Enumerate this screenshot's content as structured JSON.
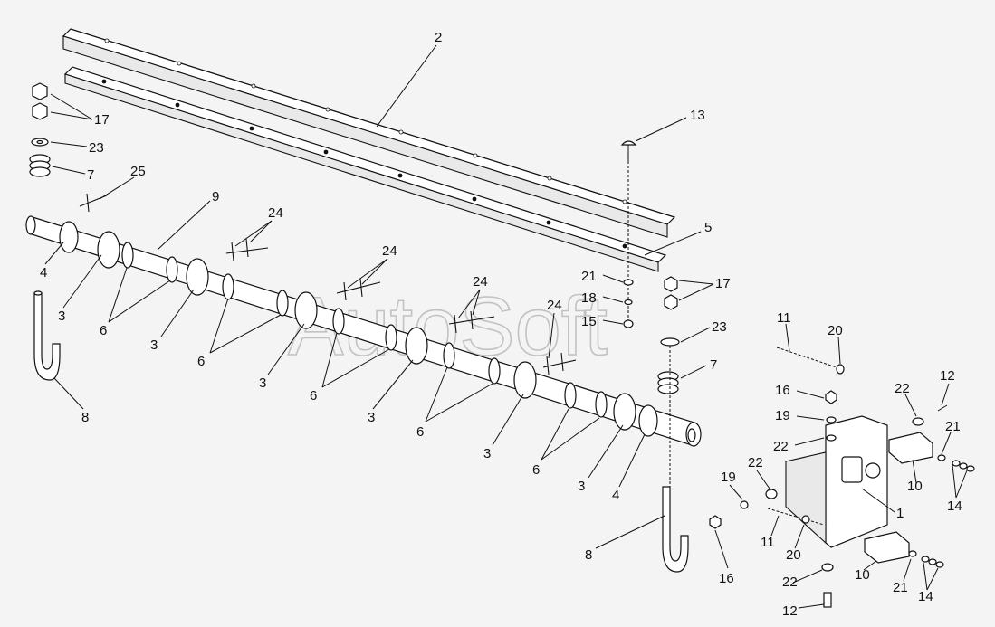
{
  "watermark": "AutoSoft",
  "labels": [
    {
      "id": "l2",
      "text": "2"
    },
    {
      "id": "l5",
      "text": "5"
    },
    {
      "id": "l13",
      "text": "13"
    },
    {
      "id": "l17a",
      "text": "17"
    },
    {
      "id": "l23a",
      "text": "23"
    },
    {
      "id": "l7a",
      "text": "7"
    },
    {
      "id": "l25",
      "text": "25"
    },
    {
      "id": "l9",
      "text": "9"
    },
    {
      "id": "l4a",
      "text": "4"
    },
    {
      "id": "l3a",
      "text": "3"
    },
    {
      "id": "l6a",
      "text": "6"
    },
    {
      "id": "l24a",
      "text": "24"
    },
    {
      "id": "l3b",
      "text": "3"
    },
    {
      "id": "l24b",
      "text": "24"
    },
    {
      "id": "l6b",
      "text": "6"
    },
    {
      "id": "l3c",
      "text": "3"
    },
    {
      "id": "l6c",
      "text": "6"
    },
    {
      "id": "l24c",
      "text": "24"
    },
    {
      "id": "l24d",
      "text": "24"
    },
    {
      "id": "l3d",
      "text": "3"
    },
    {
      "id": "l6d",
      "text": "6"
    },
    {
      "id": "l3e",
      "text": "3"
    },
    {
      "id": "l6e",
      "text": "6"
    },
    {
      "id": "l3f",
      "text": "3"
    },
    {
      "id": "l4b",
      "text": "4"
    },
    {
      "id": "l8a",
      "text": "8"
    },
    {
      "id": "l8b",
      "text": "8"
    },
    {
      "id": "l21a",
      "text": "21"
    },
    {
      "id": "l18",
      "text": "18"
    },
    {
      "id": "l15",
      "text": "15"
    },
    {
      "id": "l17b",
      "text": "17"
    },
    {
      "id": "l23b",
      "text": "23"
    },
    {
      "id": "l7b",
      "text": "7"
    },
    {
      "id": "l11a",
      "text": "11"
    },
    {
      "id": "l20a",
      "text": "20"
    },
    {
      "id": "l16a",
      "text": "16"
    },
    {
      "id": "l19a",
      "text": "19"
    },
    {
      "id": "l22a",
      "text": "22"
    },
    {
      "id": "l22b",
      "text": "22"
    },
    {
      "id": "l12a",
      "text": "12"
    },
    {
      "id": "l21b",
      "text": "21"
    },
    {
      "id": "l10a",
      "text": "10"
    },
    {
      "id": "l14a",
      "text": "14"
    },
    {
      "id": "l1",
      "text": "1"
    },
    {
      "id": "l19b",
      "text": "19"
    },
    {
      "id": "l22c",
      "text": "22"
    },
    {
      "id": "l11b",
      "text": "11"
    },
    {
      "id": "l20b",
      "text": "20"
    },
    {
      "id": "l16b",
      "text": "16"
    },
    {
      "id": "l22d",
      "text": "22"
    },
    {
      "id": "l10b",
      "text": "10"
    },
    {
      "id": "l21c",
      "text": "21"
    },
    {
      "id": "l14b",
      "text": "14"
    },
    {
      "id": "l12b",
      "text": "12"
    }
  ]
}
